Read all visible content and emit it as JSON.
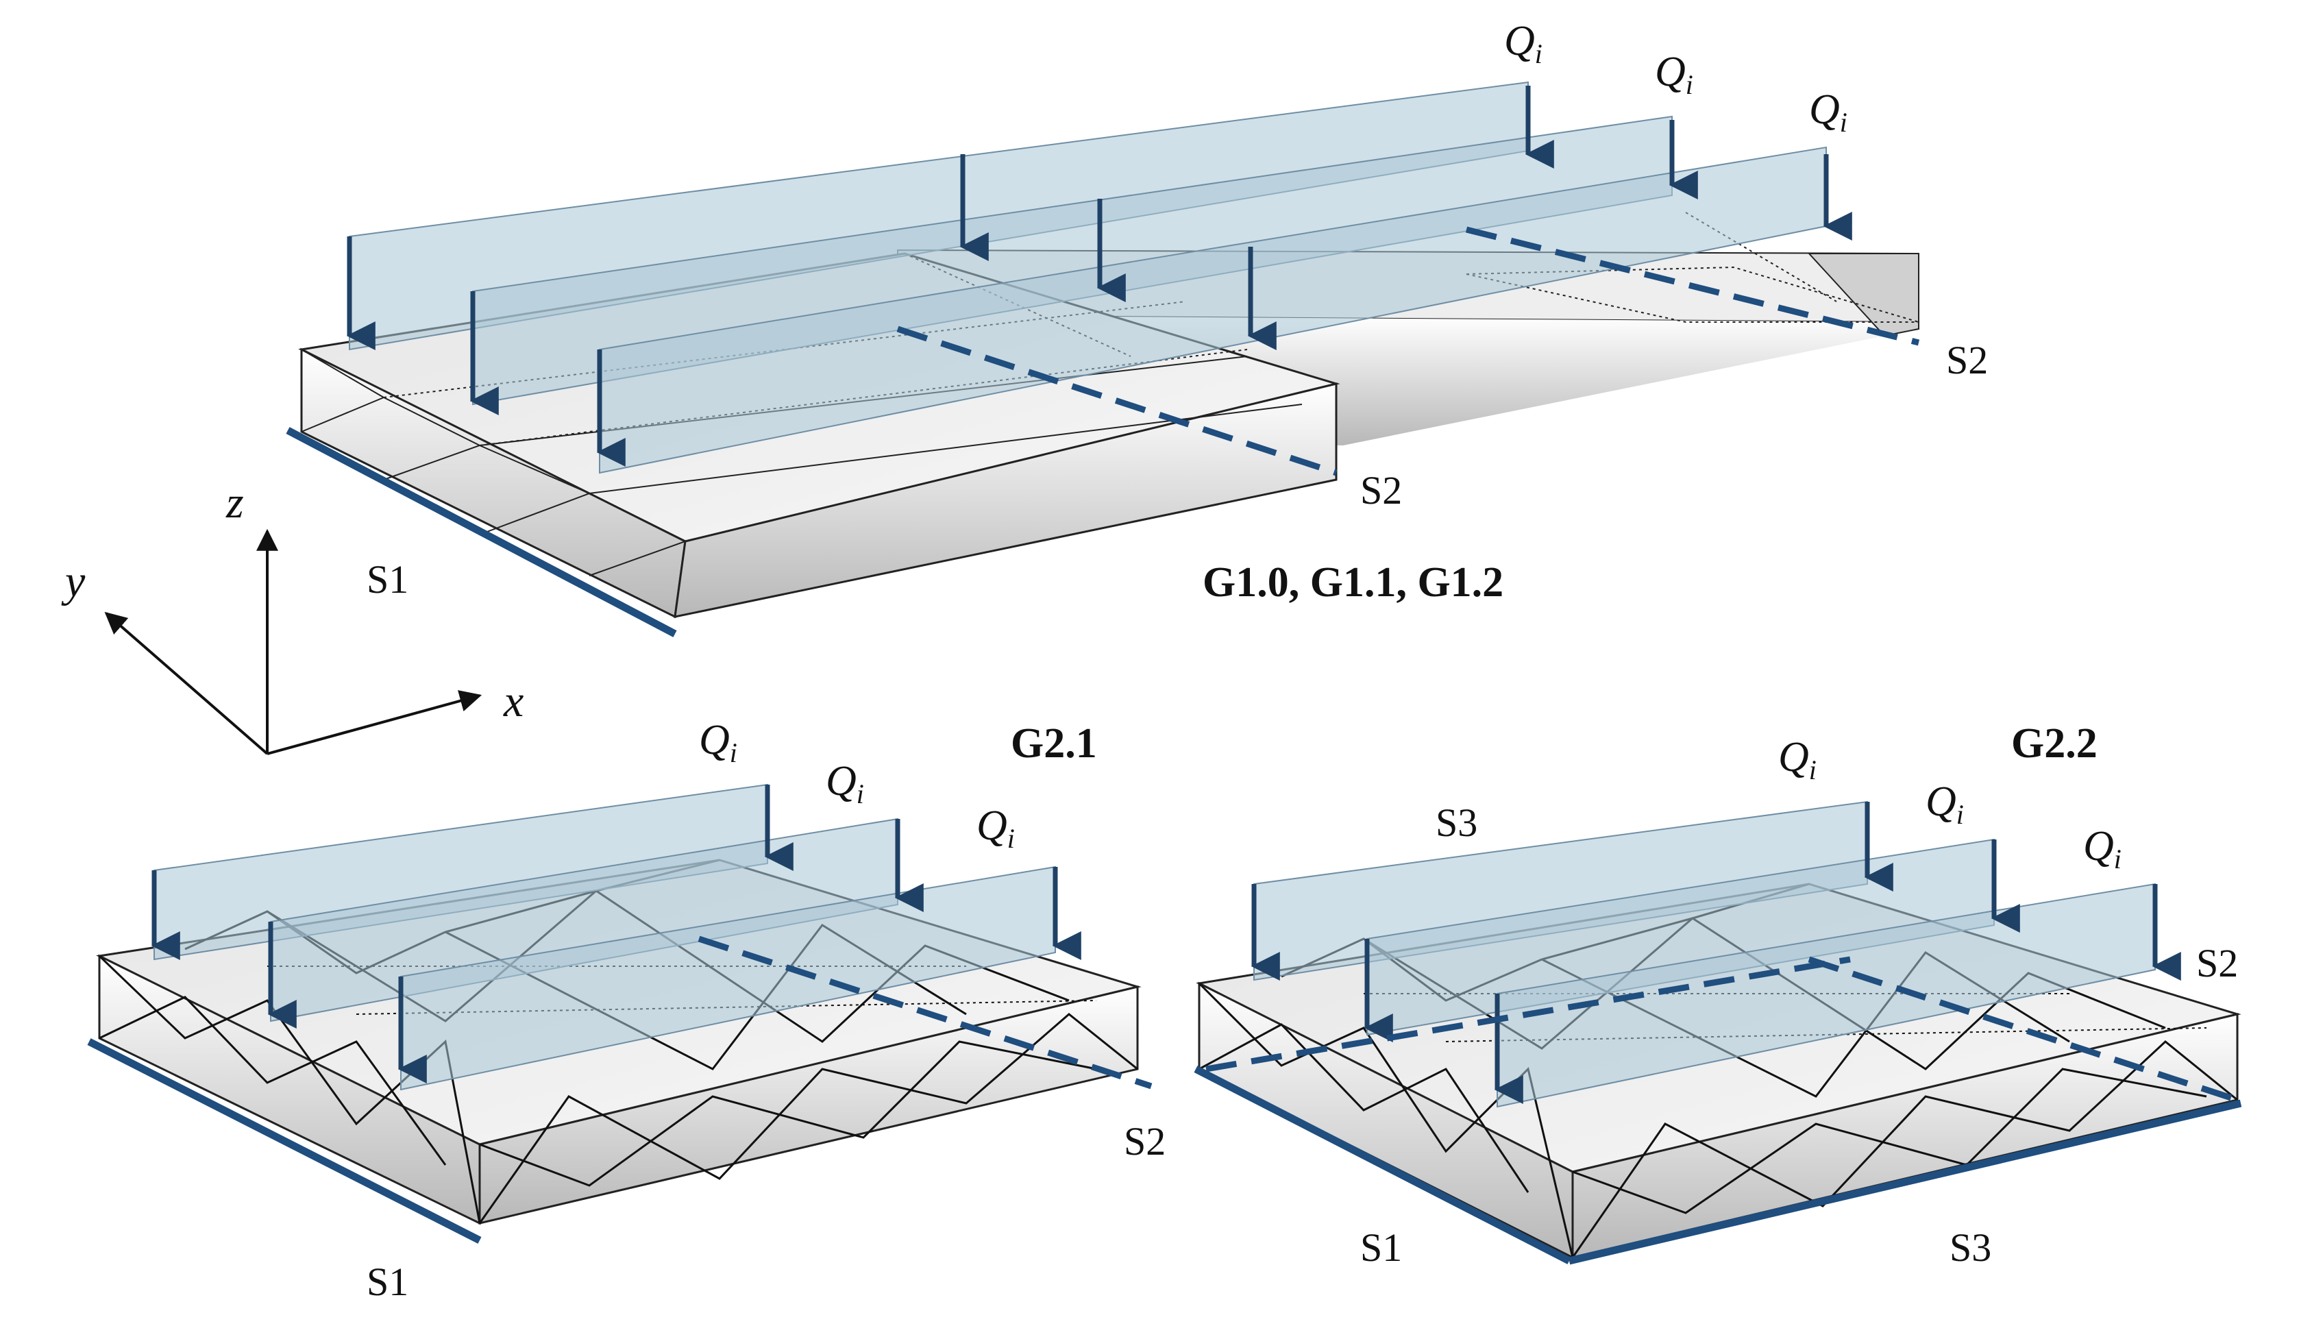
{
  "colors": {
    "support": "#1f4e7f",
    "load_arrow": "#1f4166",
    "load_plane": "#a9c6d6",
    "slab_light": "#f2f2f2",
    "slab_dark": "#bdbdbd",
    "truss_line": "#111111"
  },
  "axes": {
    "x": "x",
    "y": "y",
    "z": "z"
  },
  "load": {
    "symbol": "Q",
    "subscript": "i"
  },
  "groups": {
    "g1": {
      "title": "G1.0, G1.1, G1.2",
      "support_left": "S1",
      "support_mid": "S2",
      "support_right": "S2"
    },
    "g21": {
      "title": "G2.1",
      "support_front": "S1",
      "support_right": "S2"
    },
    "g22": {
      "title": "G2.2",
      "support_back": "S3",
      "support_front_left": "S1",
      "support_front_right": "S3",
      "support_right": "S2"
    }
  }
}
